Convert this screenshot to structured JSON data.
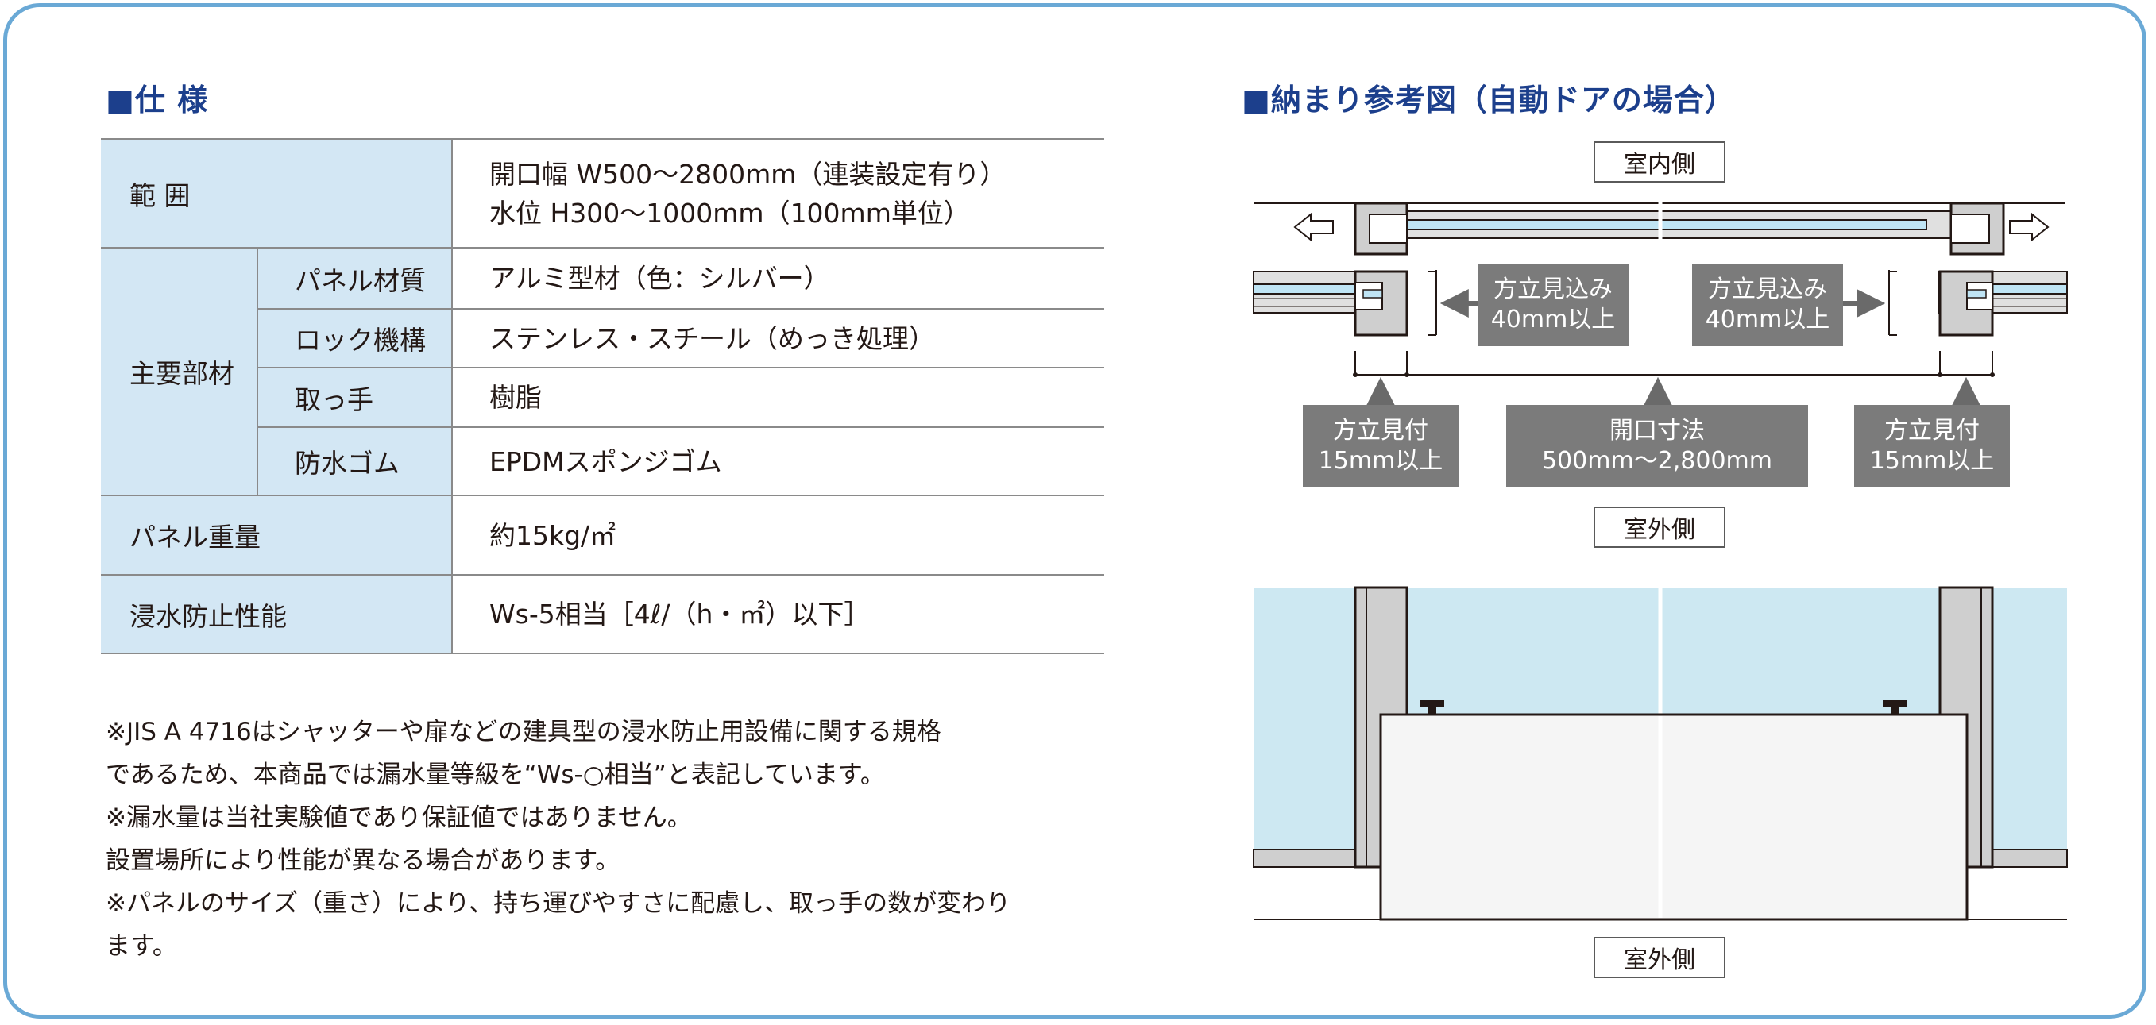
{
  "spec": {
    "title": "■仕 様",
    "rows": {
      "range": {
        "label": "範 囲",
        "lines": [
          "開口幅 W500〜2800mm（連装設定有り）",
          "水位 H300〜1000mm（100mm単位）"
        ]
      },
      "main_material": {
        "label": "主要部材",
        "panel": {
          "label": "パネル材質",
          "value": "アルミ型材（色：シルバー）"
        },
        "lock": {
          "label": "ロック機構",
          "value": "ステンレス・スチール（めっき処理）"
        },
        "handle": {
          "label": "取っ手",
          "value": "樹脂"
        },
        "rubber": {
          "label": "防水ゴム",
          "value": "EPDMスポンジゴム"
        }
      },
      "weight": {
        "label": "パネル重量",
        "value": "約15kg/㎡"
      },
      "performance": {
        "label": "浸水防止性能",
        "value": "Ws-5相当［4ℓ/（h・㎡）以下］"
      }
    }
  },
  "notes": [
    [
      "※JIS A 4716はシャッターや扉などの建具型の浸水防止用設備に関する規格",
      "であるため、本商品では漏水量等級を“Ws-○相当”と表記しています。"
    ],
    [
      "※漏水量は当社実験値であり保証値ではありません。",
      "設置場所により性能が異なる場合があります。"
    ],
    [
      "※パネルのサイズ（重さ）により、持ち運びやすさに配慮し、取っ手の数が変わり",
      "ます。"
    ]
  ],
  "diagram": {
    "title": "■納まり参考図（自動ドアの場合）",
    "indoor_label": "室内側",
    "outdoor_label_top": "室外側",
    "outdoor_label_bottom": "室外側",
    "mullion_depth_left": [
      "方立見込み",
      "40mm以上"
    ],
    "mullion_depth_right": [
      "方立見込み",
      "40mm以上"
    ],
    "mullion_face_left": [
      "方立見付",
      "15mm以上"
    ],
    "mullion_face_right": [
      "方立見付",
      "15mm以上"
    ],
    "opening_size": [
      "開口寸法",
      "500mm〜2,800mm"
    ]
  },
  "colors": {
    "border": "#6aa9d6",
    "title": "#1c3f8c",
    "header_bg": "#d3e7f4",
    "label_box": "#7b7b7b",
    "glass": "#cde8f2",
    "frame_gray": "#cfcfcf"
  }
}
